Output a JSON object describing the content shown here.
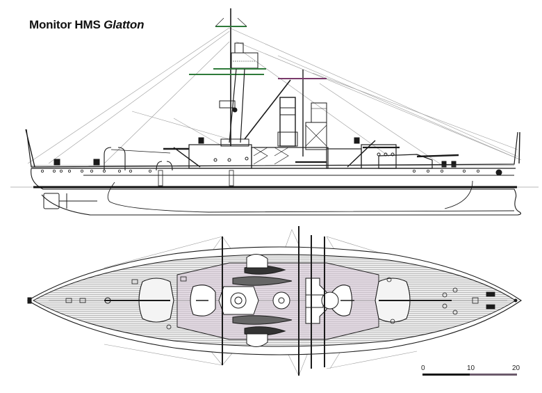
{
  "title": {
    "prefix": "Monitor HMS",
    "ship_name": "Glatton"
  },
  "views": [
    {
      "name": "profile",
      "description": "Side elevation"
    },
    {
      "name": "plan",
      "description": "Deck plan view"
    }
  ],
  "scale_bar": {
    "unit_ticks": [
      "0",
      "10",
      "20"
    ],
    "max_value": 20
  },
  "colors": {
    "line": "#1a1a1a",
    "rigging": "#8a8a8a",
    "yard_green": "#2f7a3a",
    "yard_purple": "#7a3a6a",
    "deck_planking": "#c9c9c9",
    "deck_tint_purple": "#d8c8d8",
    "deck_tint_green": "#cfe0cf"
  }
}
